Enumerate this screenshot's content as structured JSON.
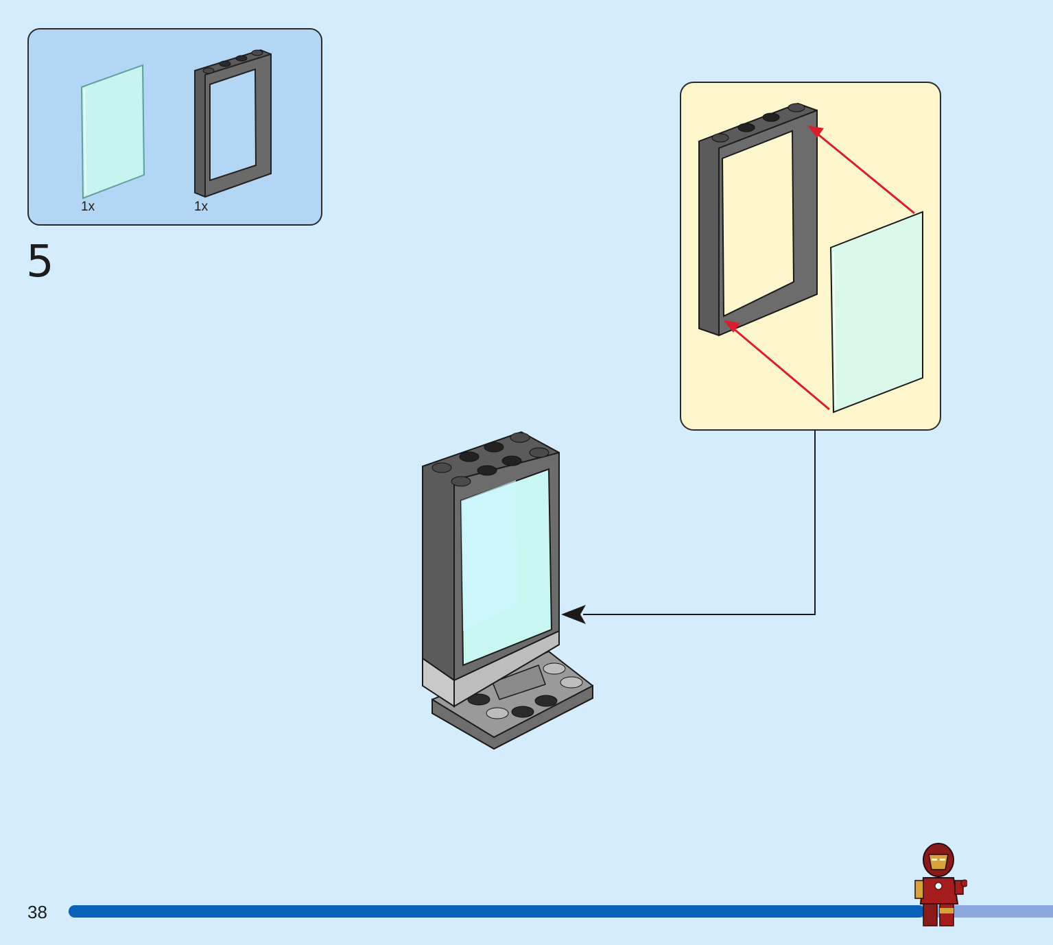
{
  "parts": [
    {
      "name": "glass-pane",
      "qty": "1x"
    },
    {
      "name": "door-frame",
      "qty": "1x"
    }
  ],
  "step": {
    "number": "5"
  },
  "page": {
    "number": "38"
  },
  "progress": {
    "fraction": 0.87
  },
  "colors": {
    "background": "#d4ecfb",
    "parts_box": "#b3d6f5",
    "callout_box": "#fdf6cd",
    "frame_dark_gray": "#5b5b5b",
    "glass": "#c7f4ee",
    "arrow_red": "#d81e2c",
    "progress_blue": "#0a62b8",
    "progress_track": "#8aa8dd"
  }
}
